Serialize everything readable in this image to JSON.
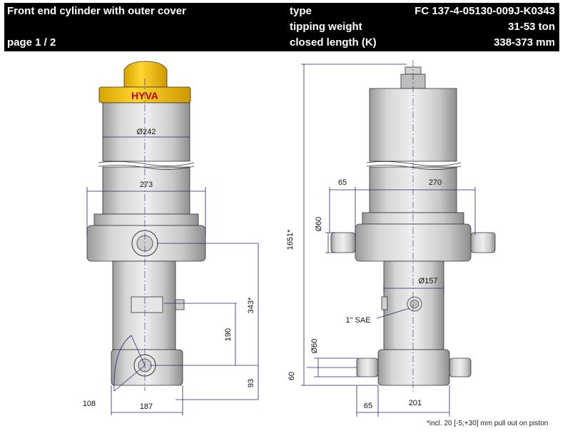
{
  "header": {
    "title": "Front end cylinder with outer cover",
    "page": "page 1 / 2",
    "type_label": "type",
    "type_value": "FC 137-4-05130-009J-K0343",
    "tipping_label": "tipping weight",
    "tipping_value": "31-53 ton",
    "closed_label": "closed length (K)",
    "closed_value": "338-373 mm"
  },
  "left_view": {
    "brand": "HYVA",
    "dims": {
      "d242": "Ø242",
      "d273": "273",
      "d343": "343*",
      "d190": "190",
      "d93": "93",
      "d108": "108",
      "d187": "187"
    }
  },
  "right_view": {
    "dims": {
      "d1651": "1651*",
      "d65_top": "65",
      "d270": "270",
      "d60_top": "Ø60",
      "d157": "Ø157",
      "sae": "1\" SAE",
      "d60_bot": "Ø60",
      "d60_side": "60",
      "d65_bot": "65",
      "d201": "201"
    }
  },
  "footnote": "*incl. 20 [-5;+30] mm pull out on piston",
  "colors": {
    "cap": "#f2c200",
    "body": "#d8d8d8",
    "line": "#1f2a7a",
    "header_bg": "#000000"
  }
}
